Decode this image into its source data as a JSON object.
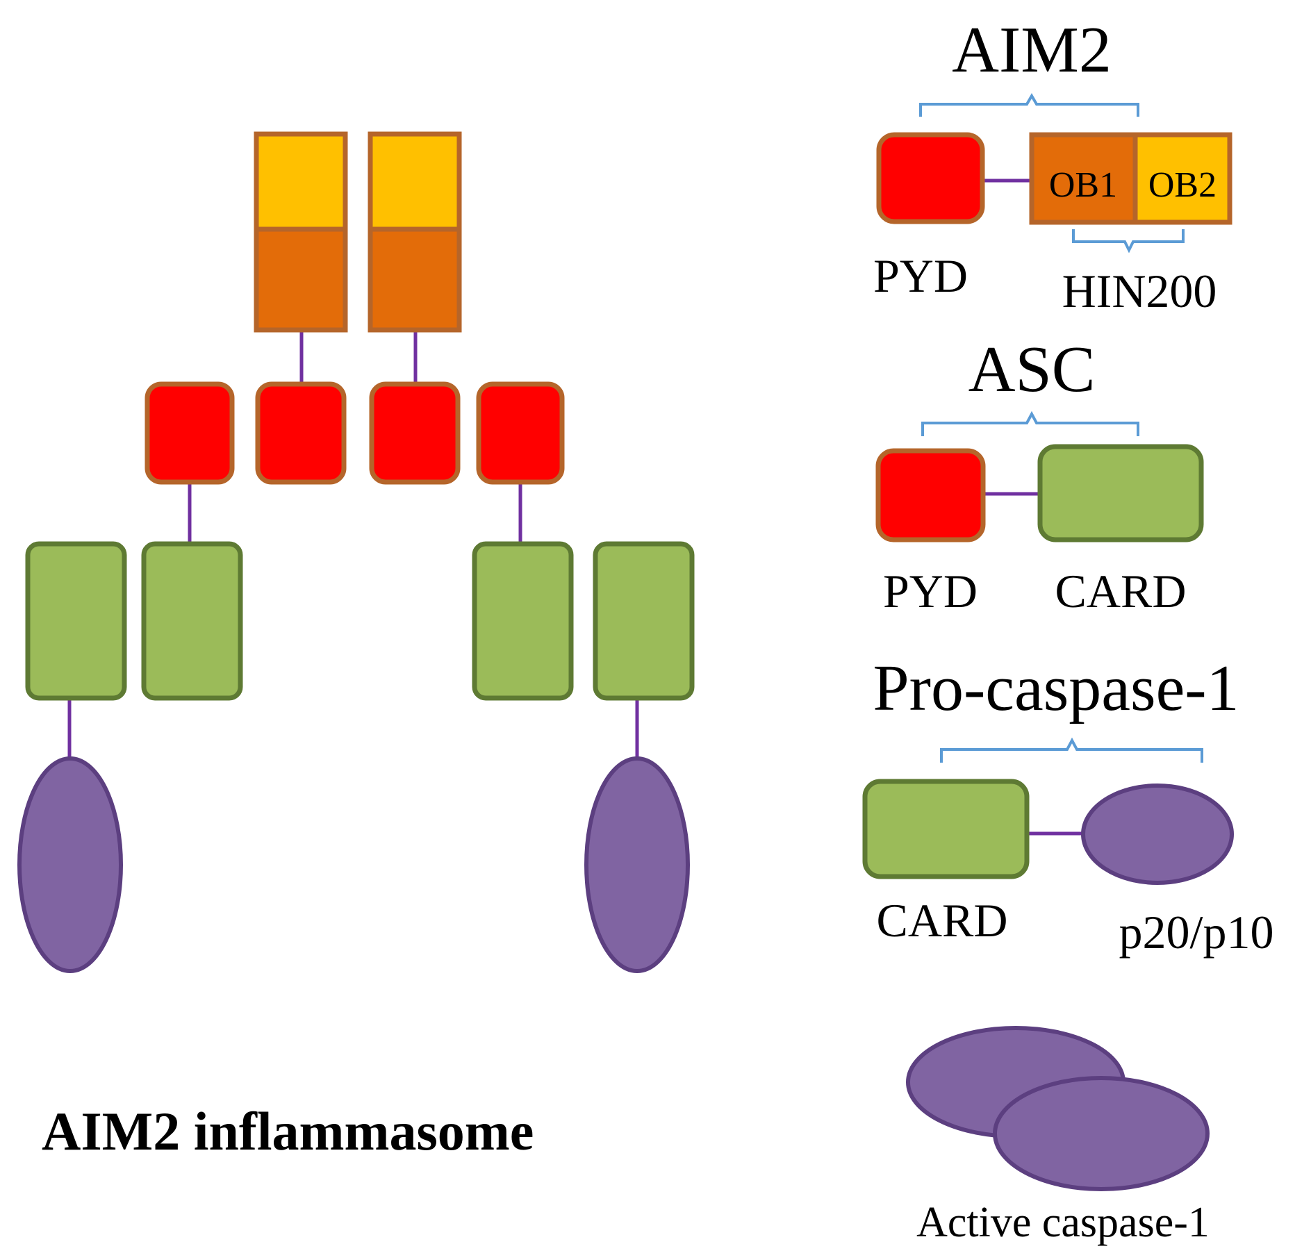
{
  "diagram_title": "AIM2 inflammasome",
  "legend": {
    "aim2": {
      "name": "AIM2",
      "domains": {
        "pyd": "PYD",
        "ob1": "OB1",
        "ob2": "OB2",
        "hin": "HIN200"
      }
    },
    "asc": {
      "name": "ASC",
      "domains": {
        "pyd": "PYD",
        "card": "CARD"
      }
    },
    "procaspase": {
      "name": "Pro-caspase-1",
      "domains": {
        "card": "CARD",
        "p20p10": "p20/p10"
      }
    },
    "active_caspase": {
      "name": "Active caspase-1"
    }
  },
  "colors": {
    "pyd": "#FF0000",
    "ob1_hin": "#E36C09",
    "ob2": "#FFC000",
    "card": "#9BBB59",
    "caspase": "#8064A2",
    "linker": "#7030A0",
    "brace": "#5B9BD5"
  }
}
